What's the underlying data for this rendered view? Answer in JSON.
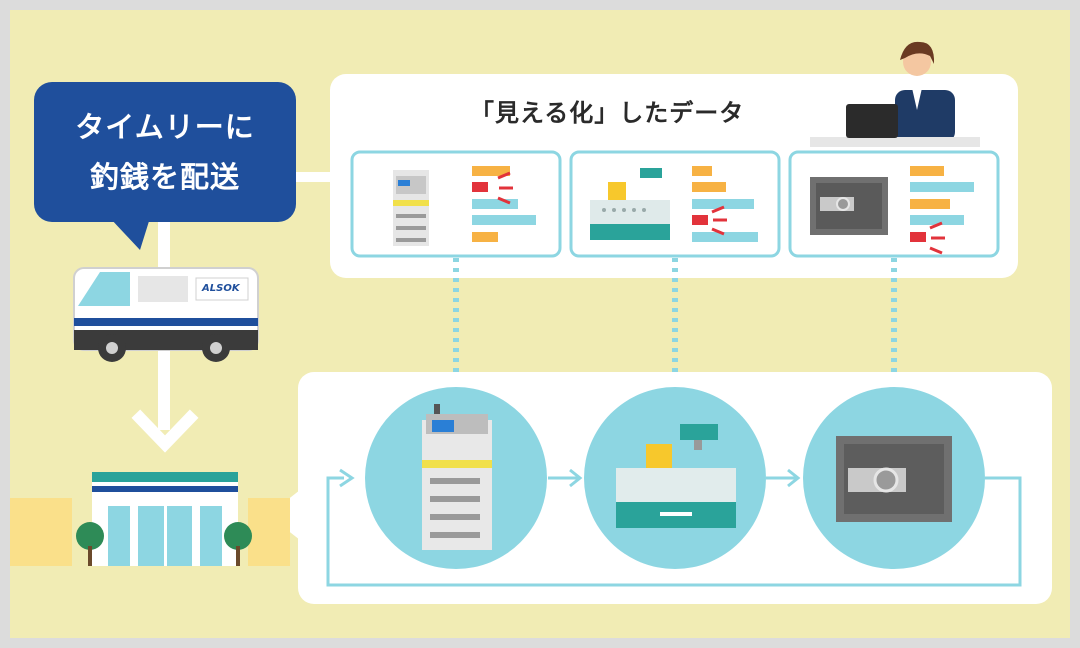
{
  "bubble": {
    "line1": "タイムリーに",
    "line2": "釣銭を配送"
  },
  "data_panel": {
    "title": "「見える化」したデータ"
  },
  "vehicle": {
    "logo_text": "ALSOK"
  },
  "colors": {
    "background": "#f1ecb4",
    "navy": "#1f4f9c",
    "light_blue": "#8dd6e2",
    "teal": "#2aa39a",
    "orange": "#f7b244",
    "red": "#e2333b",
    "gray_safe": "#707070"
  },
  "devices": [
    "change-machine",
    "cash-register",
    "safe"
  ]
}
